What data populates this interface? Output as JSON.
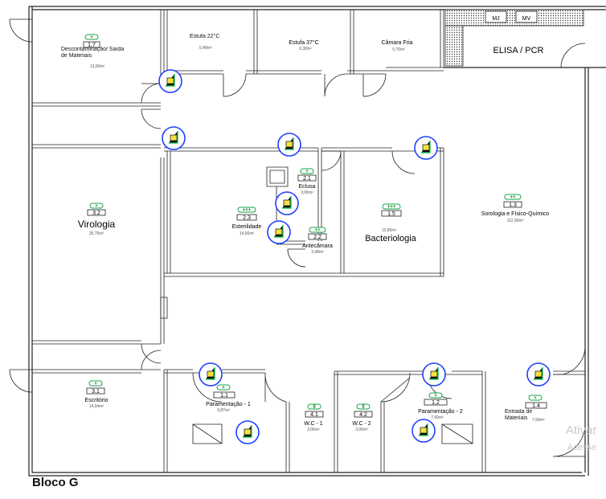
{
  "block_title": "Bloco G",
  "watermark": {
    "line1": "Ativar",
    "line2": "Acesse"
  },
  "rooms": {
    "descontaminacao": {
      "level": "+",
      "code": "1.7",
      "name": "Descontaminação/ Saída de Materiais",
      "area": "13,83m²"
    },
    "estufa22": {
      "name": "Estufa 22°C",
      "area": "5,48m²"
    },
    "estufa37": {
      "name": "Estufa 37°C",
      "area": "6,38m²"
    },
    "camara": {
      "name": "Câmara Fria",
      "area": "5,76m²"
    },
    "elisa": {
      "name": "ELISA / PCR",
      "box1": "MJ",
      "box2": "MV"
    },
    "virologia": {
      "level": "+",
      "code": "3.2",
      "name": "Virologia",
      "area": "35,75m²"
    },
    "esterilidade": {
      "level": "+++",
      "code": "2.3",
      "name": "Esterilidade",
      "area": "14,56m²"
    },
    "eclusa": {
      "level": "+",
      "code": "2.1",
      "name": "Eclusa",
      "area": "3,06m²"
    },
    "antecamara": {
      "level": "++",
      "code": "2.2",
      "name": "Antecâmara",
      "area": "3,98m²"
    },
    "bacteriologia": {
      "level": "+++",
      "code": "1.5",
      "name": "Bacteriologia",
      "area": "12,80m²"
    },
    "sorologia": {
      "level": "++",
      "code": "1.3",
      "name": "Sorologia e Físico-Químico",
      "area": "112,90m²"
    },
    "escritorio": {
      "level": "+",
      "code": "3.1",
      "name": "Escritório",
      "area": "14,94m²"
    },
    "param1": {
      "level": "+",
      "code": "1.1",
      "name": "Paramentação - 1",
      "area": "9,87m²"
    },
    "wc1": {
      "level": "0",
      "code": "4.1",
      "name": "W.C - 1",
      "area": "3,06m²"
    },
    "wc2": {
      "level": "0",
      "code": "4.2",
      "name": "W.C - 2",
      "area": "3,06m²"
    },
    "param2": {
      "level": "+",
      "code": "1.2",
      "name": "Paramentação - 2",
      "area": "7,90m²"
    },
    "entrada": {
      "level": "+",
      "code": "1.4",
      "name": "Entrada de Materiais",
      "area": "7,90m²"
    }
  }
}
